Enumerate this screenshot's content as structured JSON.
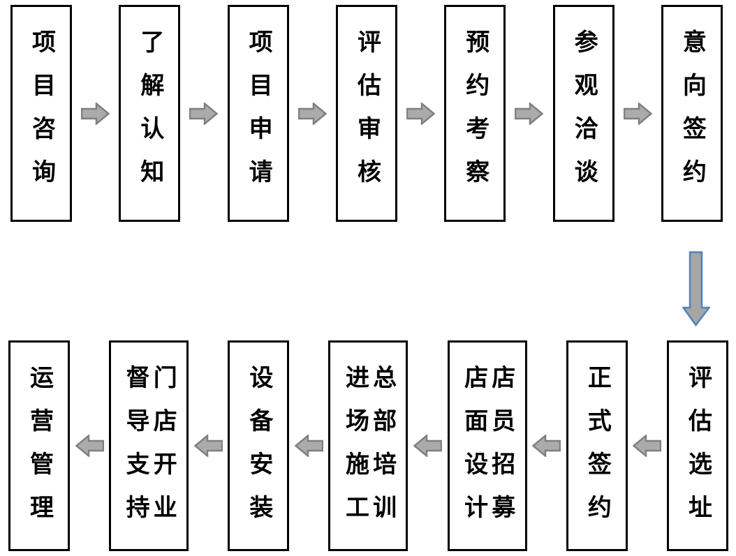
{
  "diagram": {
    "type": "flowchart",
    "background": "#ffffff",
    "colors": {
      "box_border": "#000000",
      "box_fill": "#ffffff",
      "text": "#000000",
      "arrow_fill": "#ababab",
      "arrow_border": "#7f7f7f",
      "down_arrow_fill": "#a6a6a6",
      "down_arrow_border": "#4f81bd"
    },
    "top_row": {
      "flow_direction": "left-to-right",
      "arrow_direction": "right",
      "steps": [
        {
          "id": "project-consultation",
          "columns": [
            "项目咨询"
          ]
        },
        {
          "id": "understanding",
          "columns": [
            "了解认知"
          ]
        },
        {
          "id": "project-application",
          "columns": [
            "项目申请"
          ]
        },
        {
          "id": "evaluation-review",
          "columns": [
            "评估审核"
          ]
        },
        {
          "id": "appointment-visit",
          "columns": [
            "预约考察"
          ]
        },
        {
          "id": "tour-negotiation",
          "columns": [
            "参观洽谈"
          ]
        },
        {
          "id": "intent-signing",
          "columns": [
            "意向签约"
          ]
        }
      ]
    },
    "connector": {
      "type": "down-arrow",
      "from": "意向签约",
      "to": "评估选址"
    },
    "bottom_row": {
      "flow_direction": "right-to-left",
      "arrow_direction": "left",
      "display_order_left_to_right": true,
      "steps": [
        {
          "id": "operations-management",
          "columns": [
            "运营管理"
          ]
        },
        {
          "id": "supervision-support-store-opening",
          "columns": [
            "督导支持",
            "门店开业"
          ]
        },
        {
          "id": "equipment-installation",
          "columns": [
            "设备安装"
          ]
        },
        {
          "id": "construction-hq-training",
          "columns": [
            "进场施工",
            "总部培训"
          ]
        },
        {
          "id": "store-design-staff-recruitment",
          "columns": [
            "店面设计",
            "店员招募"
          ]
        },
        {
          "id": "formal-signing",
          "columns": [
            "正式签约"
          ]
        },
        {
          "id": "site-evaluation",
          "columns": [
            "评估选址"
          ]
        }
      ]
    }
  }
}
